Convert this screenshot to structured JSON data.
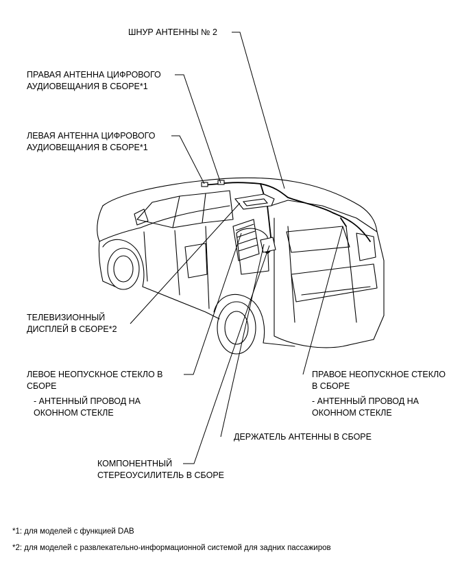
{
  "labels": {
    "antenna_cord_2": "ШНУР АНТЕННЫ № 2",
    "right_dab": [
      "ПРАВАЯ АНТЕННА ЦИФРОВОГО",
      "АУДИОВЕЩАНИЯ В СБОРЕ*1"
    ],
    "left_dab": [
      "ЛЕВАЯ АНТЕННА ЦИФРОВОГО",
      "АУДИОВЕЩАНИЯ В СБОРЕ*1"
    ],
    "tv_display": [
      "ТЕЛЕВИЗИОННЫЙ",
      "ДИСПЛЕЙ В СБОРЕ*2"
    ],
    "left_glass": [
      "ЛЕВОЕ НЕОПУСКНОЕ СТЕКЛО В",
      "СБОРЕ",
      "- АНТЕННЫЙ ПРОВОД НА",
      "ОКОННОМ СТЕКЛЕ"
    ],
    "right_glass": [
      "ПРАВОЕ НЕОПУСКНОЕ СТЕКЛО",
      "В СБОРЕ",
      "- АНТЕННЫЙ ПРОВОД НА",
      "ОКОННОМ СТЕКЛЕ"
    ],
    "antenna_holder": "ДЕРЖАТЕЛЬ АНТЕННЫ В СБОРЕ",
    "stereo_amp": [
      "КОМПОНЕНТНЫЙ",
      "СТЕРЕОУСИЛИТЕЛЬ В СБОРЕ"
    ]
  },
  "footnotes": {
    "note1": "*1: для моделей с функцией DAB",
    "note2": "*2: для моделей с развлекательно-информационной системой для задних пассажиров"
  }
}
